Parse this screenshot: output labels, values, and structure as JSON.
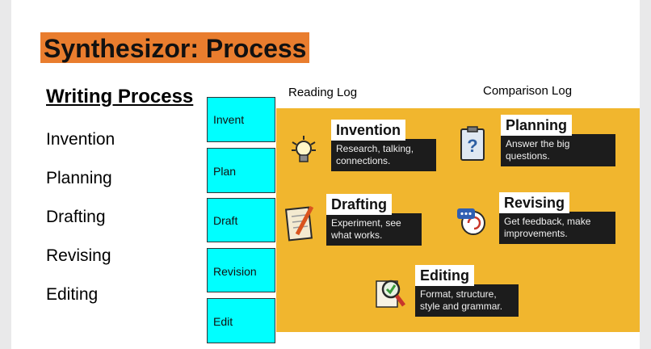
{
  "slide": {
    "title": "Synthesizor: Process",
    "heading": "Writing Process",
    "steps": [
      "Invention",
      "Planning",
      "Drafting",
      "Revising",
      "Editing"
    ],
    "boxes": [
      "Invent",
      "Plan",
      "Draft",
      "Revision",
      "Edit"
    ],
    "reading_log_label": "Reading Log",
    "comparison_log_label": "Comparison Log"
  },
  "poster": {
    "cards": [
      {
        "title": "Invention",
        "desc": "Research, talking, connections.",
        "icon": "lightbulb-icon"
      },
      {
        "title": "Planning",
        "desc": "Answer the big questions.",
        "icon": "question-clipboard-icon"
      },
      {
        "title": "Drafting",
        "desc": "Experiment, see what works.",
        "icon": "notepad-pencil-icon"
      },
      {
        "title": "Revising",
        "desc": "Get feedback, make improvements.",
        "icon": "feedback-bubble-icon"
      },
      {
        "title": "Editing",
        "desc": "Format, structure, style and grammar.",
        "icon": "magnifier-check-icon"
      }
    ]
  },
  "colors": {
    "title_bg": "#e97d2e",
    "box_fill": "#00ffff",
    "poster_bg": "#f1b62e",
    "desc_bg": "#1c1c1c"
  }
}
